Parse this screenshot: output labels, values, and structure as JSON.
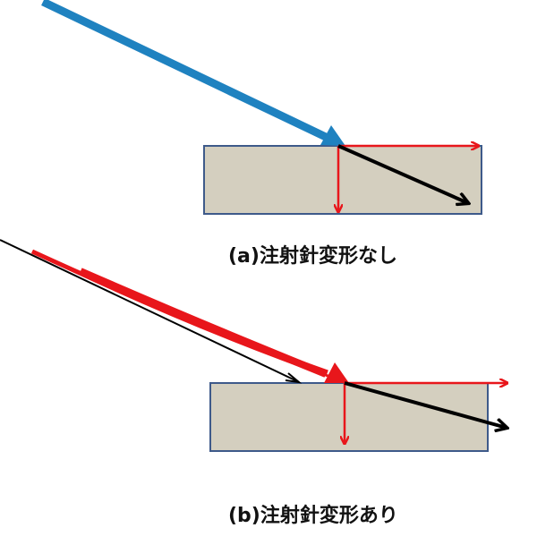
{
  "diagrams": [
    {
      "id": "a",
      "caption": "(a)注射針変形なし"
    },
    {
      "id": "b",
      "caption": "(b)注射針変形あり"
    }
  ],
  "colors": {
    "background": "#ffffff",
    "block_fill": "#d4cfbf",
    "block_stroke": "#3e5a8a",
    "incident_arrow_a": "#1f82c0",
    "incident_arrow_b": "#e8161b",
    "force_arrow": "#e8161b",
    "needle_path": "#000000"
  }
}
